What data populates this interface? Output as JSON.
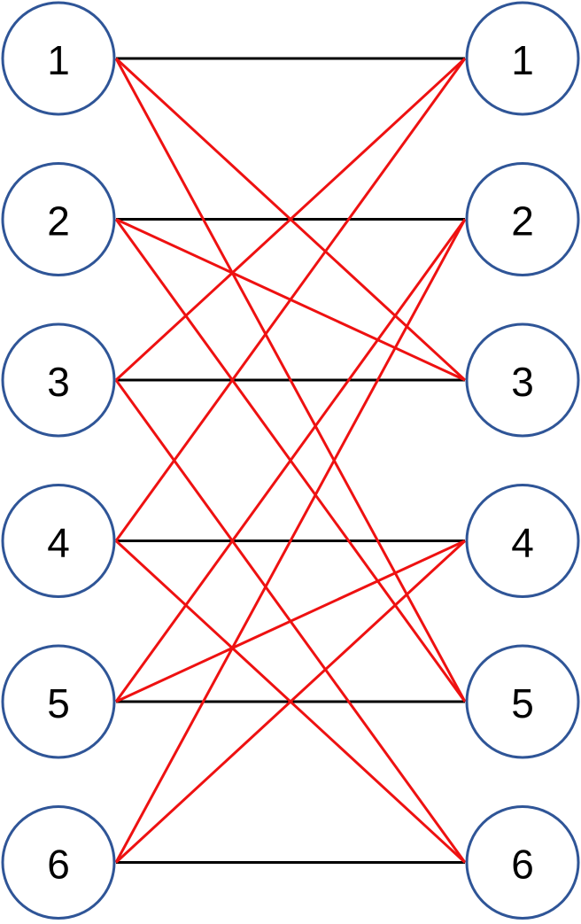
{
  "graph": {
    "left_nodes": [
      "1",
      "2",
      "3",
      "4",
      "5",
      "6"
    ],
    "right_nodes": [
      "1",
      "2",
      "3",
      "4",
      "5",
      "6"
    ],
    "edges": [
      {
        "from": 1,
        "to": 1,
        "kind": "matching"
      },
      {
        "from": 2,
        "to": 2,
        "kind": "matching"
      },
      {
        "from": 3,
        "to": 3,
        "kind": "matching"
      },
      {
        "from": 4,
        "to": 4,
        "kind": "matching"
      },
      {
        "from": 5,
        "to": 5,
        "kind": "matching"
      },
      {
        "from": 6,
        "to": 6,
        "kind": "matching"
      },
      {
        "from": 1,
        "to": 3,
        "kind": "cross"
      },
      {
        "from": 1,
        "to": 5,
        "kind": "cross"
      },
      {
        "from": 2,
        "to": 3,
        "kind": "cross"
      },
      {
        "from": 2,
        "to": 5,
        "kind": "cross"
      },
      {
        "from": 3,
        "to": 1,
        "kind": "cross"
      },
      {
        "from": 3,
        "to": 6,
        "kind": "cross"
      },
      {
        "from": 4,
        "to": 1,
        "kind": "cross"
      },
      {
        "from": 4,
        "to": 6,
        "kind": "cross"
      },
      {
        "from": 5,
        "to": 2,
        "kind": "cross"
      },
      {
        "from": 5,
        "to": 4,
        "kind": "cross"
      },
      {
        "from": 6,
        "to": 2,
        "kind": "cross"
      },
      {
        "from": 6,
        "to": 4,
        "kind": "cross"
      }
    ]
  },
  "colors": {
    "matching": "#000000",
    "cross": "#ee1111",
    "node_outline": "#2f5597",
    "node_fill": "#ffffff"
  }
}
